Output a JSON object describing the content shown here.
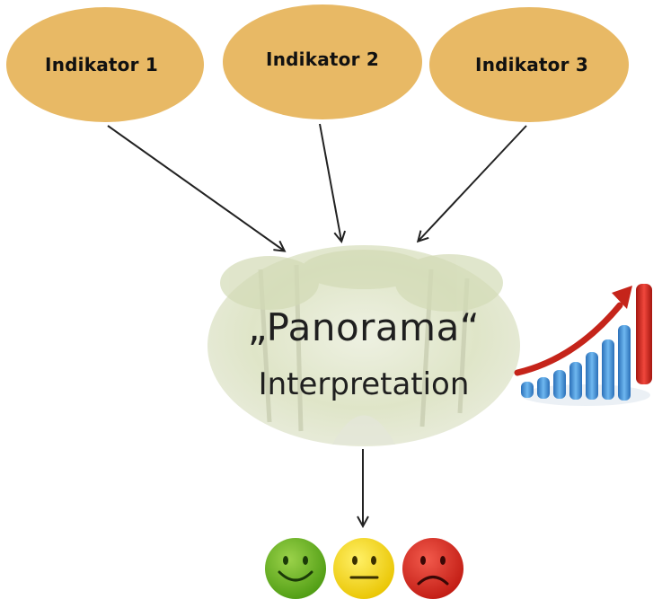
{
  "indicators": [
    {
      "label": "Indikator 1"
    },
    {
      "label": "Indikator 2"
    },
    {
      "label": "Indikator 3"
    }
  ],
  "center": {
    "title": "„Panorama“",
    "subtitle": "Interpretation"
  },
  "colors": {
    "indicator_fill": "#e8b965",
    "arrow": "#222222",
    "smiley_happy": "#6ab023",
    "smiley_neutral": "#f4d71b",
    "smiley_sad": "#d8271f",
    "chart_bars": "#3c8fd8",
    "chart_trend": "#d0261c"
  },
  "icons": {
    "chart": "growth-bar-chart-icon",
    "ratings": [
      "happy-face-icon",
      "neutral-face-icon",
      "sad-face-icon"
    ]
  }
}
